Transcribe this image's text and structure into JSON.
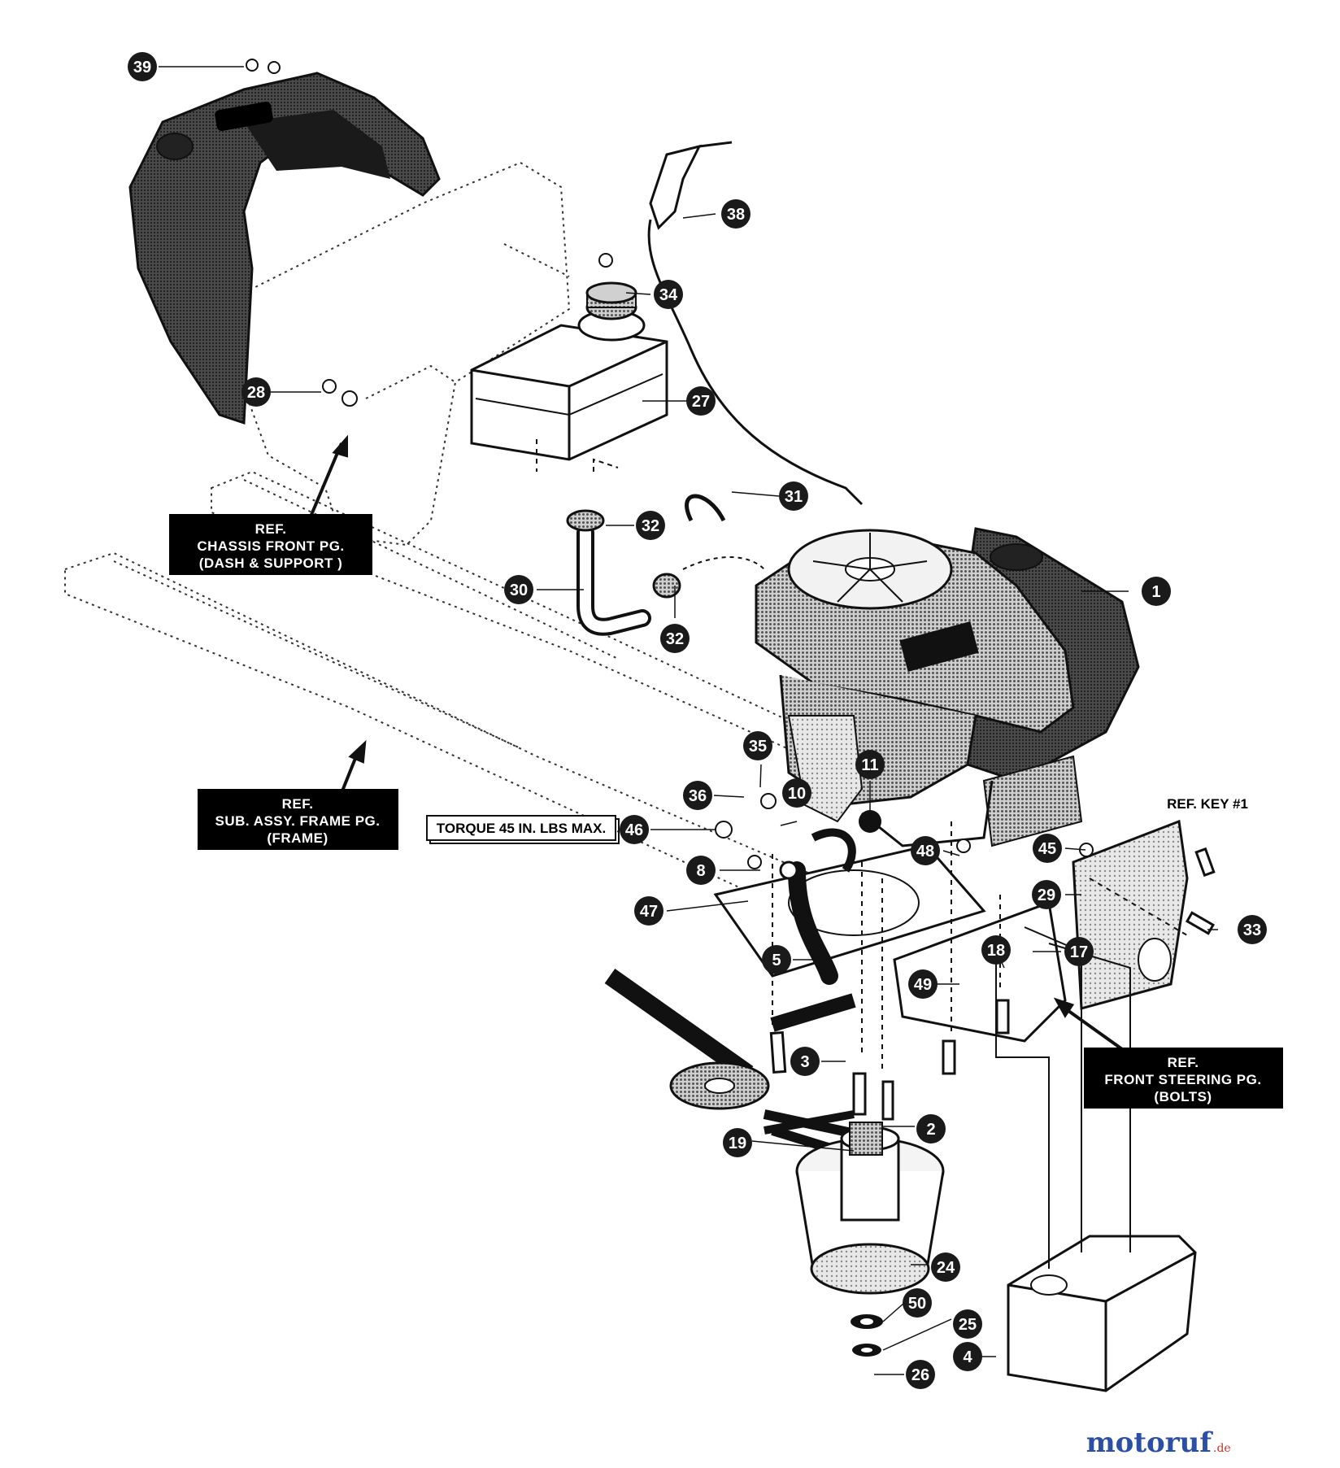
{
  "callouts": [
    {
      "label": "39"
    },
    {
      "label": "38"
    },
    {
      "label": "34"
    },
    {
      "label": "28"
    },
    {
      "label": "27"
    },
    {
      "label": "31"
    },
    {
      "label": "32"
    },
    {
      "label": "30"
    },
    {
      "label": "32"
    },
    {
      "label": "1"
    },
    {
      "label": "35"
    },
    {
      "label": "11"
    },
    {
      "label": "36"
    },
    {
      "label": "10"
    },
    {
      "label": "46"
    },
    {
      "label": "48"
    },
    {
      "label": "8"
    },
    {
      "label": "45"
    },
    {
      "label": "47"
    },
    {
      "label": "29"
    },
    {
      "label": "33"
    },
    {
      "label": "5"
    },
    {
      "label": "18"
    },
    {
      "label": "17"
    },
    {
      "label": "49"
    },
    {
      "label": "3"
    },
    {
      "label": "2"
    },
    {
      "label": "19"
    },
    {
      "label": "24"
    },
    {
      "label": "50"
    },
    {
      "label": "25"
    },
    {
      "label": "4"
    },
    {
      "label": "26"
    }
  ],
  "ref_boxes": {
    "chassis": {
      "line1": "REF.",
      "line2": "CHASSIS FRONT PG.",
      "line3": "(DASH & SUPPORT )"
    },
    "frame": {
      "line1": "REF.",
      "line2": "SUB. ASSY. FRAME PG.",
      "line3": "(FRAME)"
    },
    "steering": {
      "line1": "REF.",
      "line2": "FRONT STEERING PG.",
      "line3": "(BOLTS)"
    }
  },
  "torque_note": "TORQUE 45 IN. LBS MAX.",
  "ref_key": "REF. KEY #1",
  "watermark": {
    "main": "motoruf",
    "suffix": ".de"
  },
  "colors": {
    "ink": "#111111",
    "callout_fill": "#1a1a1a",
    "halftone": "#8a8a8a",
    "watermark_blue": "#2b4fa3",
    "watermark_red": "#c8332b"
  }
}
